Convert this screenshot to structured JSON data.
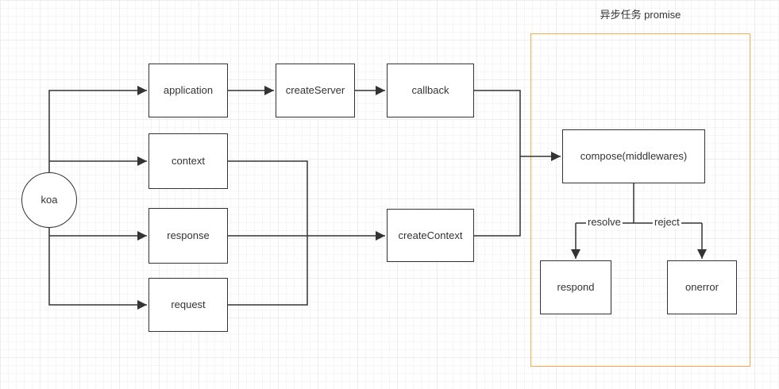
{
  "diagram": {
    "promise_group": {
      "title": "异步任务 promise"
    },
    "nodes": {
      "koa": {
        "label": "koa"
      },
      "application": {
        "label": "application"
      },
      "context": {
        "label": "context"
      },
      "response": {
        "label": "response"
      },
      "request": {
        "label": "request"
      },
      "createServer": {
        "label": "createServer"
      },
      "callback": {
        "label": "callback"
      },
      "createContext": {
        "label": "createContext"
      },
      "compose": {
        "label": "compose(middlewares)"
      },
      "respond": {
        "label": "respond"
      },
      "onerror": {
        "label": "onerror"
      }
    },
    "edge_labels": {
      "resolve": "resolve",
      "reject": "reject"
    },
    "colors": {
      "node_border": "#333333",
      "arrow": "#333333",
      "text": "#333333",
      "promise_border": "#ffa94d",
      "grid": "#ededed",
      "background": "#ffffff"
    }
  }
}
